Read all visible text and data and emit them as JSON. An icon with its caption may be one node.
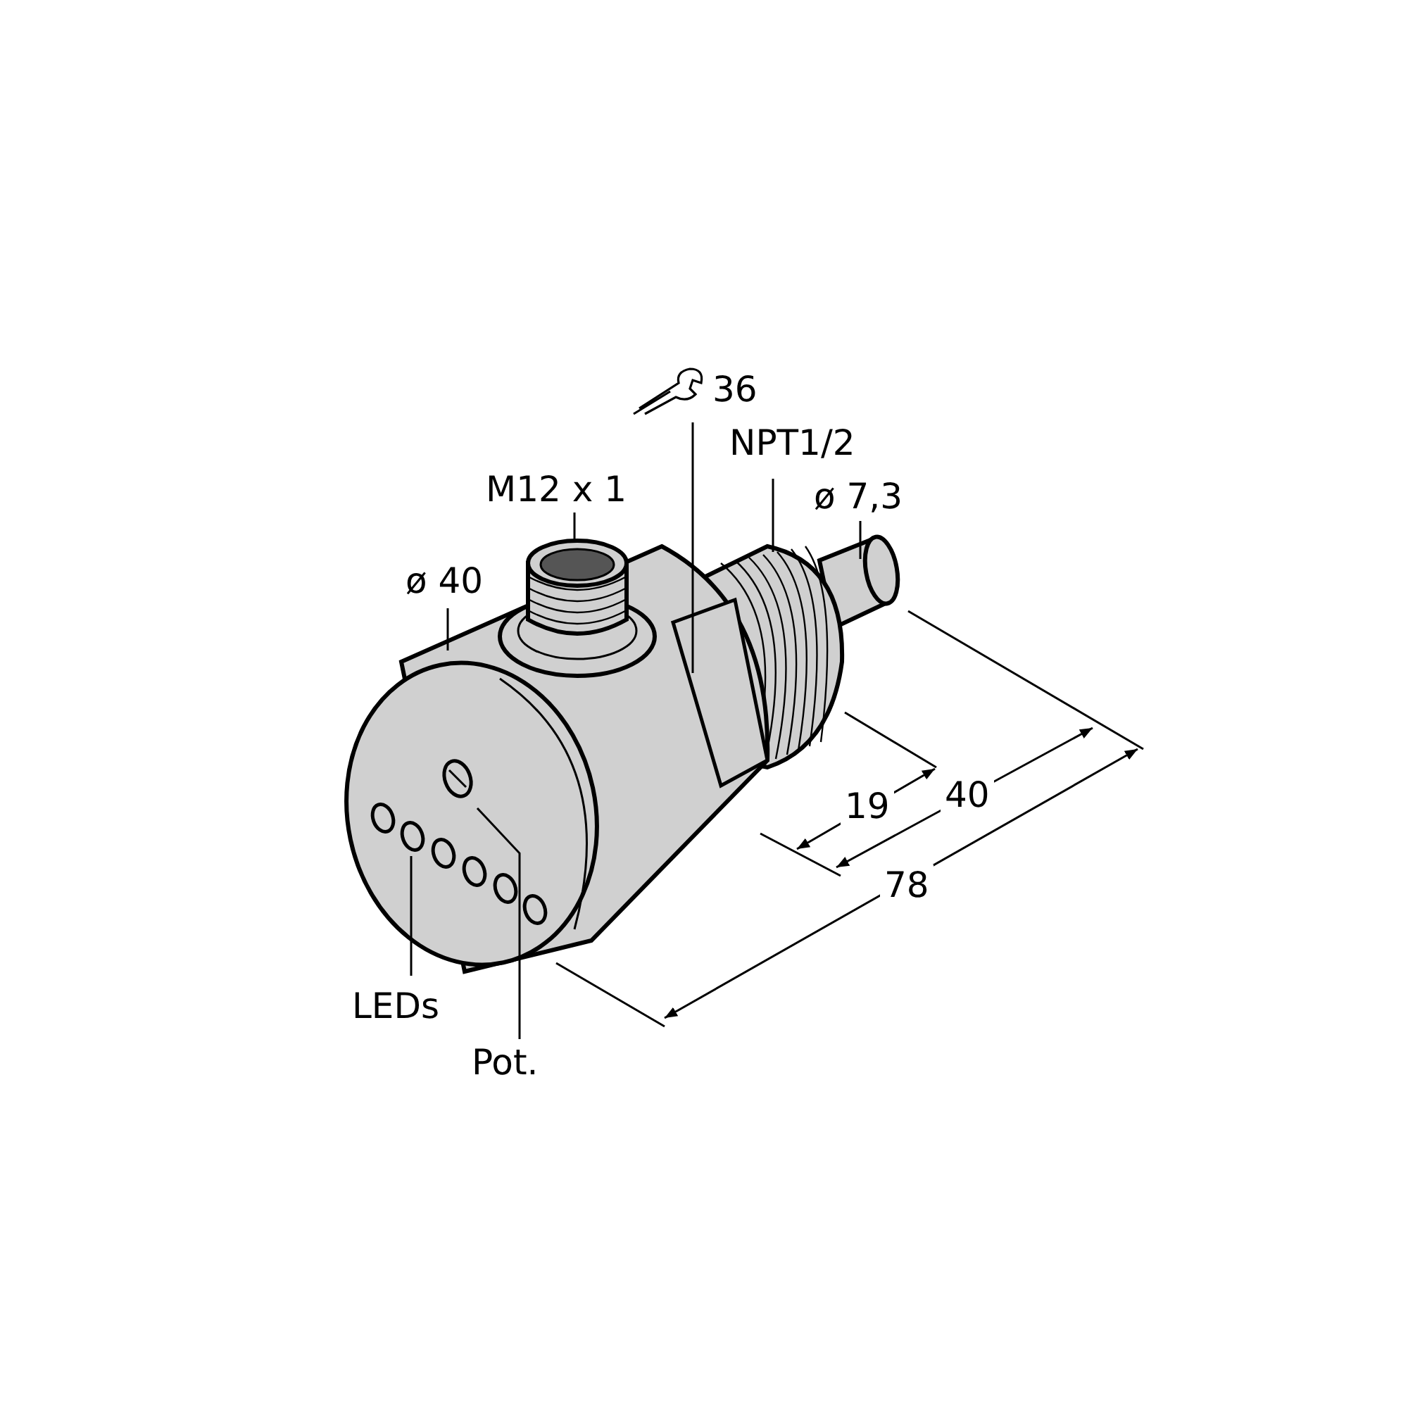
{
  "diagram": {
    "nodes": [
      {
        "text": [
          "M12 x 1"
        ]
      },
      {
        "text": [
          "36"
        ]
      },
      {
        "text": [
          "NPT1/2"
        ]
      },
      {
        "text": [
          "ø 7,3"
        ]
      },
      {
        "text": [
          "ø 40"
        ]
      },
      {
        "text": [
          "LEDs"
        ]
      },
      {
        "text": [
          "Pot."
        ]
      }
    ],
    "edges": [
      {
        "from": 0,
        "to": null,
        "arrow": "none"
      },
      {
        "from": 1,
        "to": null,
        "arrow": "none"
      },
      {
        "from": 2,
        "to": null,
        "arrow": "none"
      },
      {
        "from": 3,
        "to": null,
        "arrow": "none"
      },
      {
        "from": 4,
        "to": null,
        "arrow": "none"
      },
      {
        "from": 5,
        "to": null,
        "arrow": "none"
      },
      {
        "from": 6,
        "to": null,
        "arrow": "none"
      }
    ],
    "labels": [
      "19",
      "40",
      "78"
    ]
  }
}
